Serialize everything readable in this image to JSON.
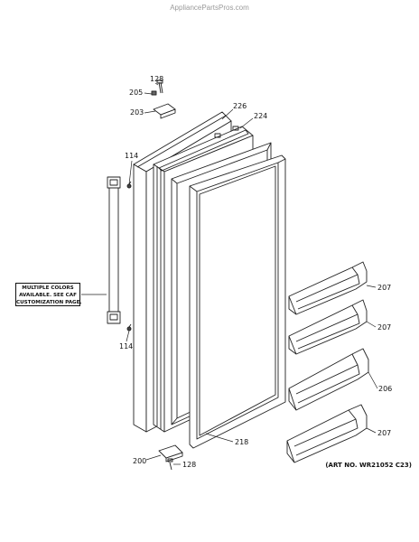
{
  "watermark": "AppliancePartsPros.com",
  "art_number": "(ART NO. WR21052 C23)",
  "callout": {
    "line1": "MULTIPLE COLORS",
    "line2": "AVAILABLE. SEE CAF",
    "line3": "CUSTOMIZATION PAGE."
  },
  "labels": {
    "p128_top": "128",
    "p205": "205",
    "p203": "203",
    "p226": "226",
    "p224": "224",
    "p114_top": "114",
    "p114_bottom": "114",
    "p207_a": "207",
    "p207_b": "207",
    "p206": "206",
    "p207_c": "207",
    "p218": "218",
    "p200": "200",
    "p128_bottom": "128"
  }
}
